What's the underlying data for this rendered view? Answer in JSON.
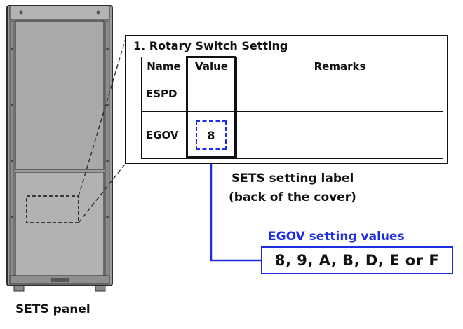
{
  "panel": {
    "caption": "SETS panel"
  },
  "label": {
    "title": "1. Rotary Switch Setting",
    "columns": [
      "Name",
      "Value",
      "Remarks"
    ],
    "rows": [
      {
        "name": "ESPD",
        "value": "",
        "remarks": ""
      },
      {
        "name": "EGOV",
        "value": "8",
        "remarks": ""
      }
    ],
    "caption_line1": "SETS setting label",
    "caption_line2": "(back of the cover)"
  },
  "egov": {
    "title": "EGOV setting values",
    "values": "8, 9, A, B, D, E or F"
  },
  "colors": {
    "highlight_blue": "#1f2de0",
    "panel_gray": "#9a9a9a"
  }
}
